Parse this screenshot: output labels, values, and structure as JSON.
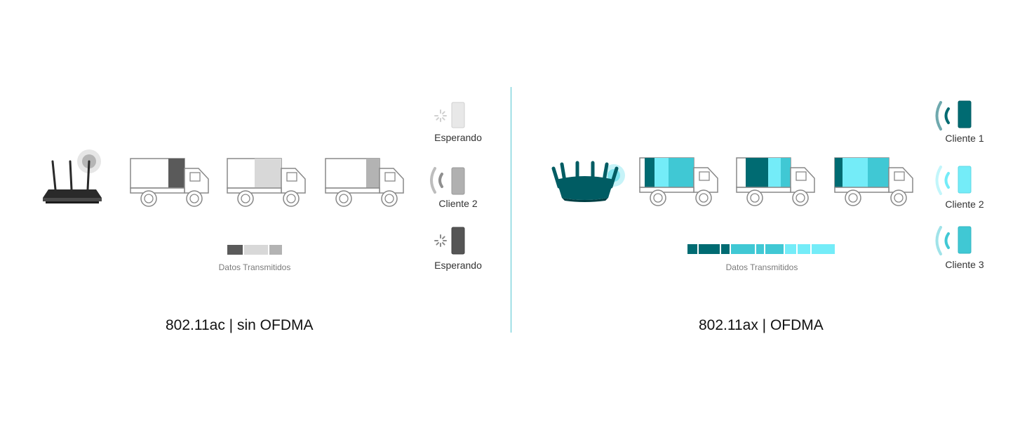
{
  "colors": {
    "ac_dark": "#5a5a5a",
    "ac_light": "#d8d8d8",
    "ac_mid": "#b3b3b3",
    "ax_dark": "#006b72",
    "ax_mid": "#40c8d4",
    "ax_light": "#74ecf8",
    "divider": "#54c6d2",
    "outline": "#888888"
  },
  "left": {
    "title": "802.11ac  | sin OFDMA",
    "legend_label": "Datos Transmitidos",
    "clients": [
      {
        "label": "Esperando"
      },
      {
        "label": "Cliente 2"
      },
      {
        "label": "Esperando"
      }
    ]
  },
  "right": {
    "title": "802.11ax  | OFDMA",
    "legend_label": "Datos Transmitidos",
    "clients": [
      {
        "label": "Cliente 1"
      },
      {
        "label": "Cliente 2"
      },
      {
        "label": "Cliente 3"
      }
    ]
  }
}
